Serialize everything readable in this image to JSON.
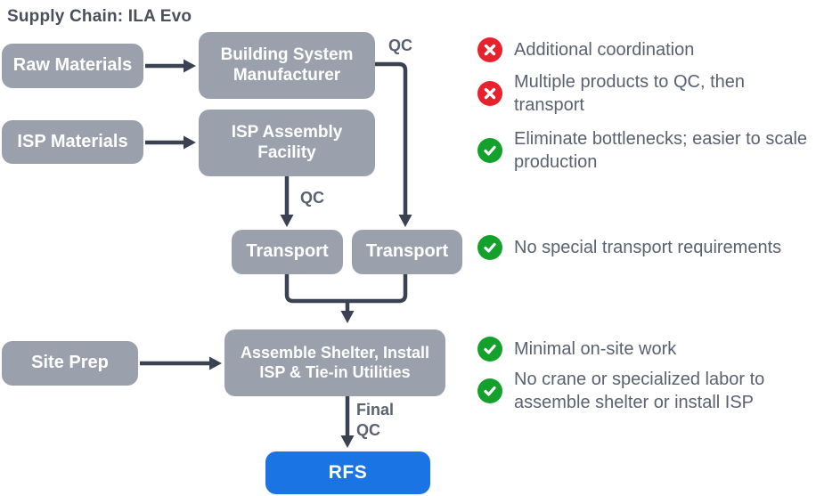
{
  "title": "Supply Chain: ILA Evo",
  "colors": {
    "node_gray": "#9ba1ac",
    "arrow_dark": "#3a4150",
    "negative_red": "#e8212c",
    "positive_green": "#13a12b",
    "rfs_blue": "#1b74e4"
  },
  "flow": {
    "boxes": [
      {
        "id": "raw-materials",
        "label": "Raw Materials"
      },
      {
        "id": "isp-materials",
        "label": "ISP Materials"
      },
      {
        "id": "building-system-manufacturer",
        "label": "Building System Manufacturer"
      },
      {
        "id": "isp-assembly-facility",
        "label": "ISP Assembly Facility"
      },
      {
        "id": "transport-left",
        "label": "Transport"
      },
      {
        "id": "transport-right",
        "label": "Transport"
      },
      {
        "id": "site-prep",
        "label": "Site Prep"
      },
      {
        "id": "assemble-shelter",
        "label": "Assemble Shelter, Install ISP & Tie-in Utilities"
      },
      {
        "id": "rfs",
        "label": "RFS"
      }
    ],
    "edge_labels": {
      "qc_top": "QC",
      "qc_mid": "QC",
      "final_qc": "Final QC"
    }
  },
  "notes": [
    {
      "type": "negative",
      "text": "Additional coordination"
    },
    {
      "type": "negative",
      "text": "Multiple products to QC, then transport"
    },
    {
      "type": "positive",
      "text": "Eliminate bottlenecks; easier to scale production"
    },
    {
      "type": "positive",
      "text": "No special transport requirements"
    },
    {
      "type": "positive",
      "text": "Minimal on-site work"
    },
    {
      "type": "positive",
      "text": "No crane or specialized labor to assemble shelter or install ISP"
    }
  ]
}
